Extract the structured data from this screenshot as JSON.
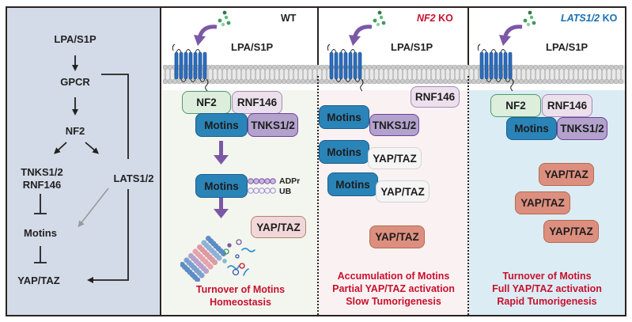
{
  "pathway": {
    "nodes": {
      "ligand": "LPA/S1P",
      "receptor": "GPCR",
      "nf2": "NF2",
      "tnks_line1": "TNKS1/2",
      "tnks_line2": "RNF146",
      "lats": "LATS1/2",
      "motins": "Motins",
      "yap": "YAP/TAZ"
    },
    "edges": [
      {
        "from": "LPA/S1P",
        "to": "GPCR",
        "type": "activation"
      },
      {
        "from": "GPCR",
        "to": "NF2",
        "type": "activation"
      },
      {
        "from": "NF2",
        "to": "TNKS1/2 RNF146",
        "type": "activation"
      },
      {
        "from": "NF2",
        "to": "LATS1/2",
        "type": "activation"
      },
      {
        "from": "GPCR",
        "to": "LATS1/2",
        "type": "regulation"
      },
      {
        "from": "TNKS1/2 RNF146",
        "to": "Motins",
        "type": "inhibition"
      },
      {
        "from": "LATS1/2",
        "to": "Motins",
        "type": "weak-activation"
      },
      {
        "from": "Motins",
        "to": "YAP/TAZ",
        "type": "inhibition"
      },
      {
        "from": "LATS1/2",
        "to": "YAP/TAZ",
        "type": "activation"
      }
    ],
    "background": "#d3dbe8"
  },
  "panels": {
    "wt": {
      "condition": "WT",
      "condition_italic": "",
      "condition_color": "#222222",
      "ligand": "LPA/S1P",
      "complex": {
        "nf2": "NF2",
        "rnf146": "RNF146",
        "motins": "Motins",
        "tnks": "TNKS1/2"
      },
      "modified": {
        "motins": "Motins",
        "mod1": "ADPr",
        "mod2": "UB"
      },
      "free_yap": "YAP/TAZ",
      "outcome": [
        "Turnover of Motins",
        "Homeostasis"
      ],
      "background": "#f3f6ee"
    },
    "nf2": {
      "condition_italic": "NF2",
      "condition": " KO",
      "condition_color": "#c8102e",
      "ligand": "LPA/S1P",
      "rnf146": "RNF146",
      "pairs": [
        {
          "left": "Motins",
          "right": "TNKS1/2"
        },
        {
          "left": "Motins",
          "right": "YAP/TAZ"
        },
        {
          "left": "Motins",
          "right": "YAP/TAZ"
        }
      ],
      "free_yap": "YAP/TAZ",
      "outcome": [
        "Accumulation of Motins",
        "Partial YAP/TAZ activation",
        "Slow Tumorigenesis"
      ],
      "background": "#faf2f2"
    },
    "lats": {
      "condition_italic": "LATS1/2",
      "condition": " KO",
      "condition_color": "#1a6fb5",
      "ligand": "LPA/S1P",
      "complex": {
        "nf2": "NF2",
        "rnf146": "RNF146",
        "motins": "Motins",
        "tnks": "TNKS1/2"
      },
      "free_yap": [
        "YAP/TAZ",
        "YAP/TAZ",
        "YAP/TAZ"
      ],
      "outcome": [
        "Turnover of Motins",
        "Full YAP/TAZ activation",
        "Rapid Tumorigenesis"
      ],
      "background": "#dbecf4"
    }
  },
  "colors": {
    "arrow_purple": "#7b58a6",
    "outcome_red": "#c8102e",
    "receptor_blue": "#2a6fc0",
    "ligand_green": "#3f9a5c"
  }
}
